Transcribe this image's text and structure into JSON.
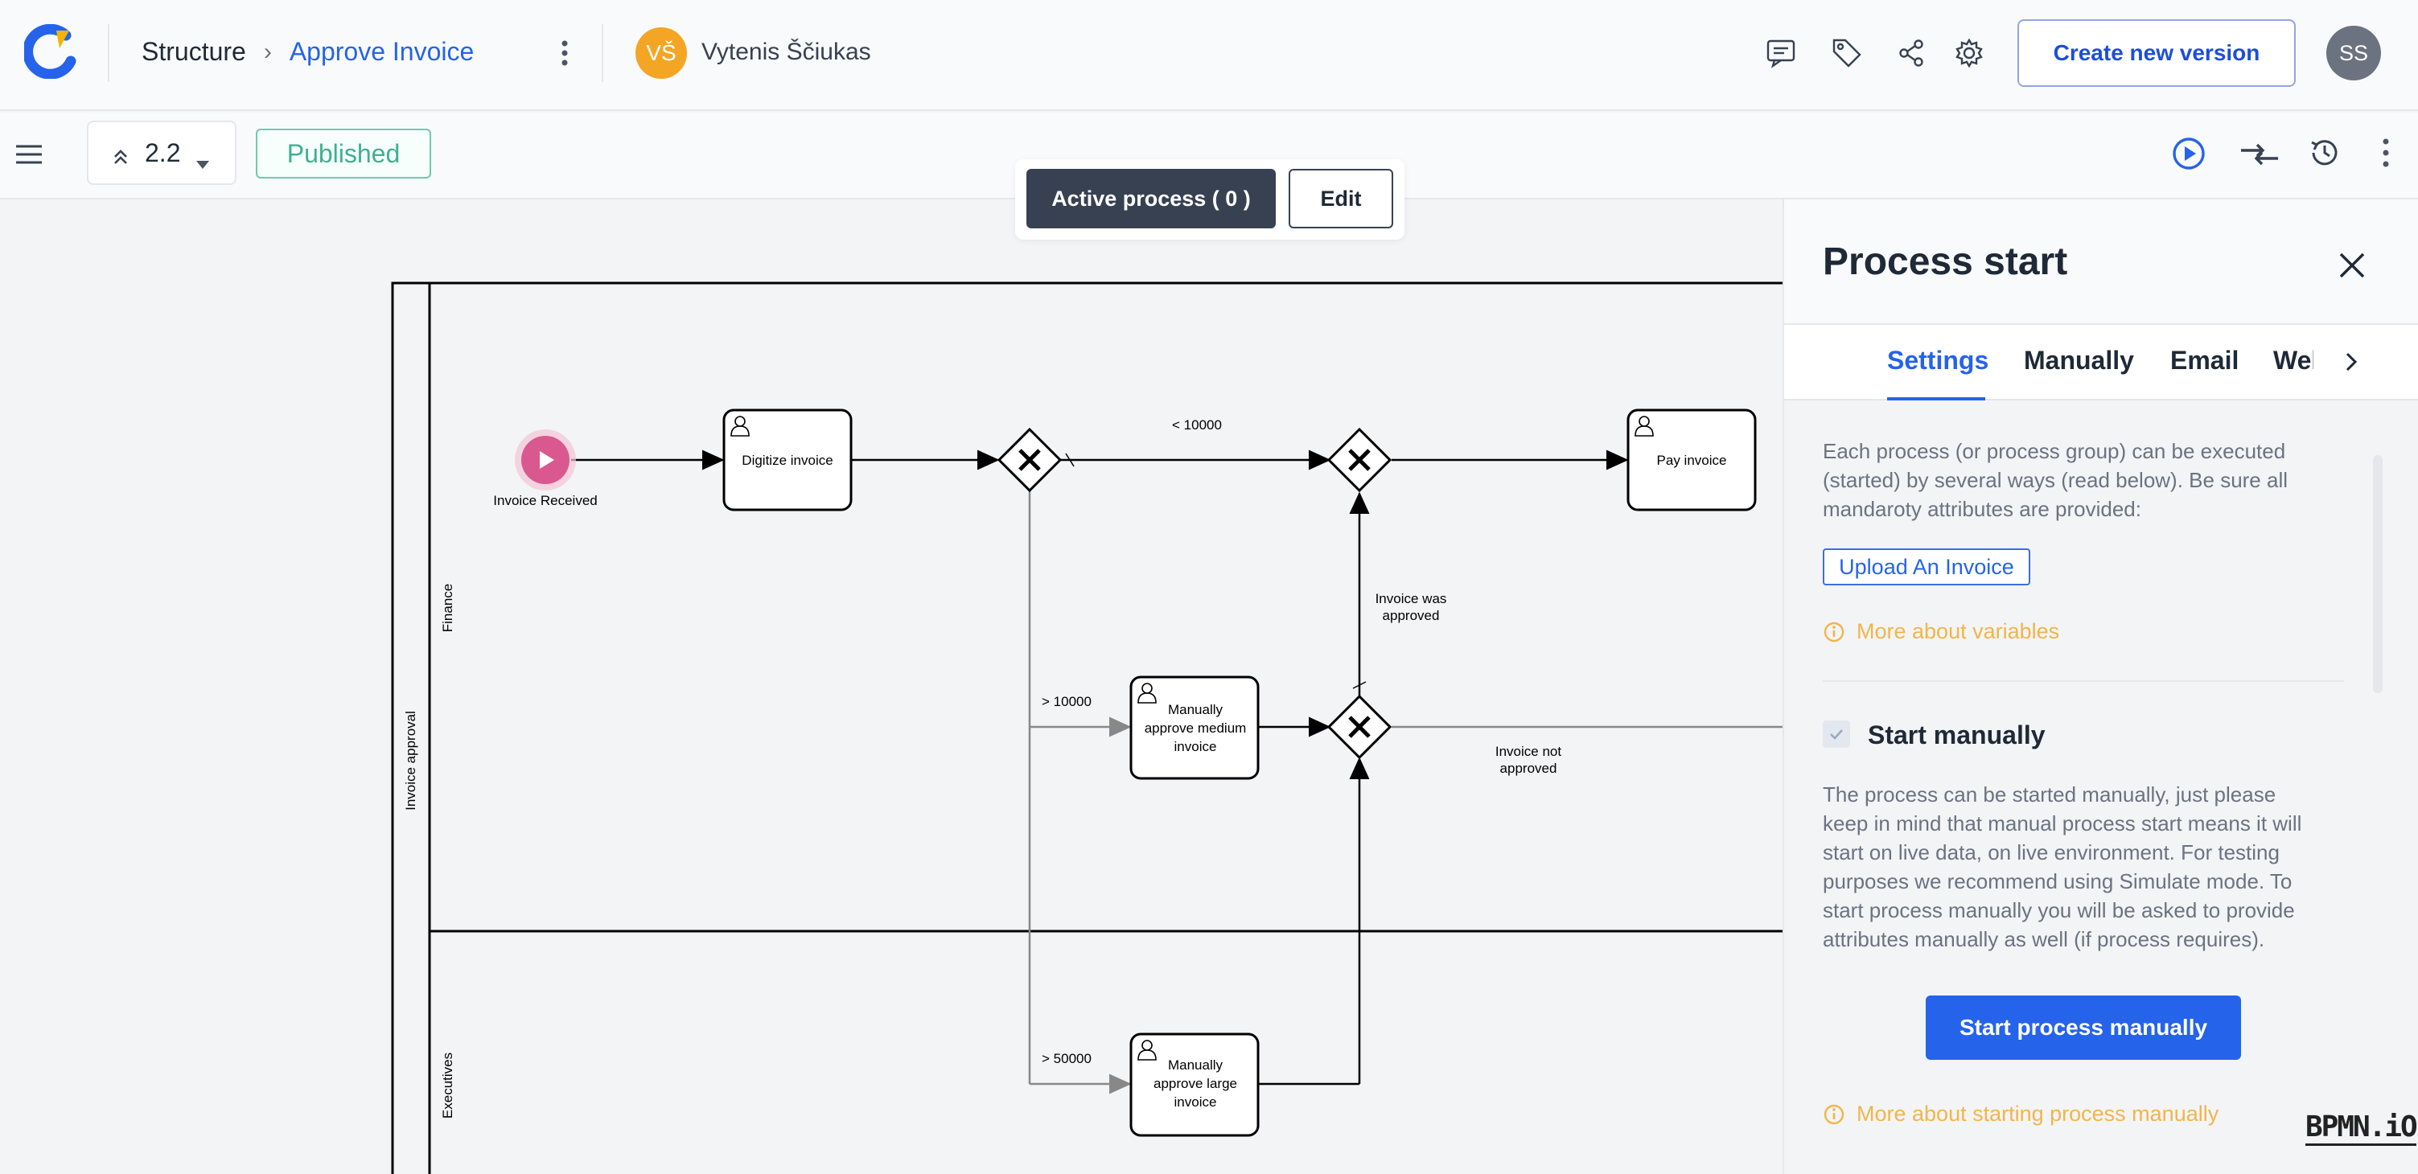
{
  "header": {
    "breadcrumb_root": "Structure",
    "breadcrumb_separator": "›",
    "breadcrumb_current": "Approve Invoice",
    "user_initials": "VŠ",
    "user_name": "Vytenis Ščiukas",
    "create_version_label": "Create new version",
    "account_initials": "SS"
  },
  "toolbar": {
    "version": "2.2",
    "status": "Published",
    "active_process_label": "Active process ( 0 )",
    "edit_label": "Edit"
  },
  "diagram": {
    "pool_label": "Invoice approval",
    "lane_finance": "Finance",
    "lane_executives": "Executives",
    "start_event": "Invoice Received",
    "task_digitize": "Digitize invoice",
    "task_pay": "Pay invoice",
    "task_medium_1": "Manually",
    "task_medium_2": "approve medium",
    "task_medium_3": "invoice",
    "task_large_1": "Manually",
    "task_large_2": "approve large",
    "task_large_3": "invoice",
    "flow_lt_10000": "< 10000",
    "flow_gt_10000": "> 10000",
    "flow_gt_50000": "> 50000",
    "flow_approved_1": "Invoice was",
    "flow_approved_2": "approved",
    "flow_not_approved_1": "Invoice not",
    "flow_not_approved_2": "approved",
    "watermark": "BPMN.iO"
  },
  "panel": {
    "title": "Process start",
    "tabs": [
      "Settings",
      "Manually",
      "Email",
      "Web"
    ],
    "active_tab": "Settings",
    "intro": [
      "Each process (or process group) can be executed",
      "(started) by several ways (read below). Be sure all",
      "mandaroty attributes are provided:"
    ],
    "variable_chip": "Upload An Invoice",
    "more_variables": "More about variables",
    "start_manually_title": "Start manually",
    "start_manually_text": [
      "The process can be started manually, just please",
      "keep in mind that manual process start means it will",
      "start on live data, on live environment. For testing",
      "purposes we recommend using Simulate mode. To",
      "start process manually you will be asked to provide",
      "attributes manually as well (if process requires)."
    ],
    "start_button": "Start process manually",
    "more_manual": "More about starting process manually"
  },
  "colors": {
    "primary_blue": "#2563eb",
    "published_green": "#3fb08e",
    "amber_link": "#f2b54a",
    "start_event_pink": "#d9588f",
    "avatar_orange": "#f5a524",
    "dark_button": "#374151"
  }
}
